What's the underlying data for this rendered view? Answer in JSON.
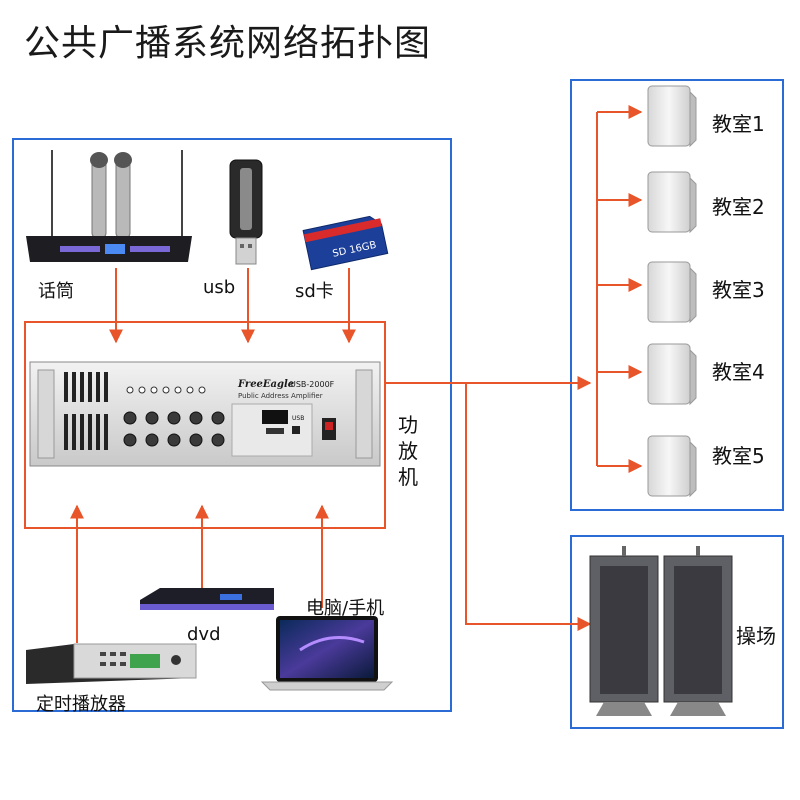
{
  "title": "公共广播系统网络拓扑图",
  "sources_top": {
    "mic": "话筒",
    "usb": "usb",
    "sd": "sd卡"
  },
  "amplifier": {
    "label": "功放机",
    "brand": "FreeEagle",
    "model": "USB-2000F",
    "subtitle": "Public Address Amplifier",
    "usb_text": "USB",
    "sd_text": "SD 16GB"
  },
  "sources_bottom": {
    "timer": "定时播放器",
    "dvd": "dvd",
    "pc": "电脑/手机"
  },
  "classrooms": [
    "教室1",
    "教室2",
    "教室3",
    "教室4",
    "教室5"
  ],
  "playground": "操场",
  "colors": {
    "frame_blue": "#2b6bd6",
    "frame_red": "#e8552a",
    "arrow": "#e8552a"
  }
}
